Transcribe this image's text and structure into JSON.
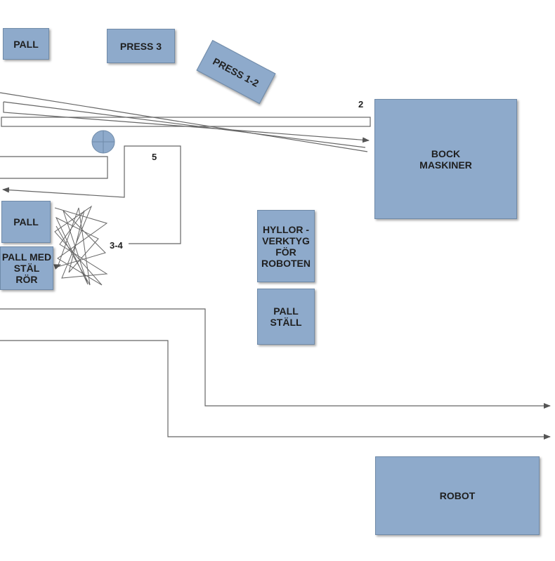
{
  "boxes": {
    "pall_top": "PALL",
    "press3": "PRESS 3",
    "press12": "PRESS 1-2",
    "bock": "BOCK\nMASKINER",
    "pall_left": "PALL",
    "pall_med": "PALL MED\nSTÄL\nRÖR",
    "hyllor": "HYLLOR -\nVERKTYG\nFÖR\nROBOTEN",
    "pall_stall": "PALL\nSTÄLL",
    "robot": "ROBOT"
  },
  "labels": {
    "route_2": "2",
    "route_5": "5",
    "route_34": "3-4"
  },
  "colors": {
    "box_fill": "#8eaacb",
    "line": "#555555"
  }
}
